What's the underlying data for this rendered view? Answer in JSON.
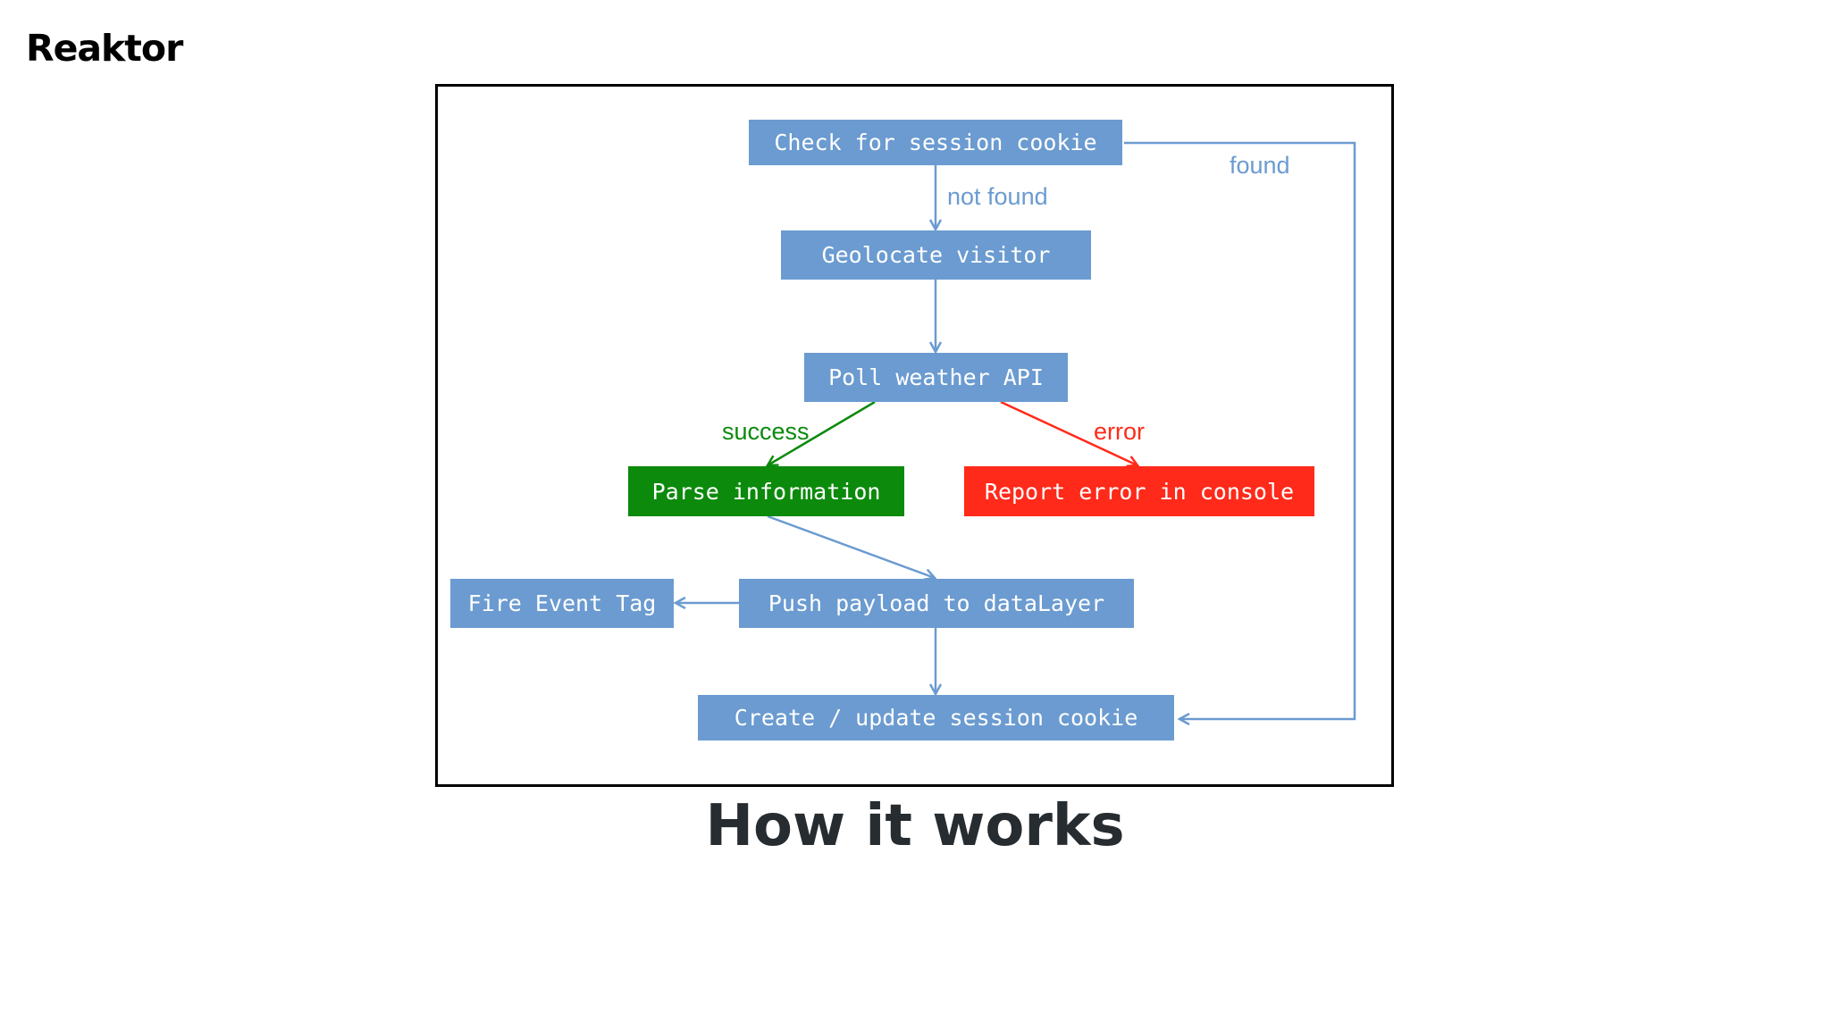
{
  "logo": {
    "text": "Reaktor"
  },
  "colors": {
    "node_default": "#6b9bd0",
    "node_success": "#0c8a0c",
    "node_error": "#ff2a1a",
    "edge_default": "#6b9bd0",
    "edge_success": "#0c8a0c",
    "edge_error": "#ff2a1a"
  },
  "diagram": {
    "nodes": {
      "check_cookie": {
        "label": "Check for session cookie",
        "color": "#6b9bd0"
      },
      "geolocate": {
        "label": "Geolocate visitor",
        "color": "#6b9bd0"
      },
      "poll_weather": {
        "label": "Poll weather API",
        "color": "#6b9bd0"
      },
      "parse_info": {
        "label": "Parse information",
        "color": "#0c8a0c"
      },
      "report_error": {
        "label": "Report error in console",
        "color": "#ff2a1a"
      },
      "push_payload": {
        "label": "Push payload to dataLayer",
        "color": "#6b9bd0"
      },
      "fire_event": {
        "label": "Fire Event Tag",
        "color": "#6b9bd0"
      },
      "update_cookie": {
        "label": "Create / update session cookie",
        "color": "#6b9bd0"
      }
    },
    "edge_labels": {
      "not_found": {
        "text": "not found",
        "color": "#6b9bd0"
      },
      "found": {
        "text": "found",
        "color": "#6b9bd0"
      },
      "success": {
        "text": "success",
        "color": "#0c8a0c"
      },
      "error": {
        "text": "error",
        "color": "#ff2a1a"
      }
    }
  },
  "caption": {
    "text": "How it works"
  }
}
